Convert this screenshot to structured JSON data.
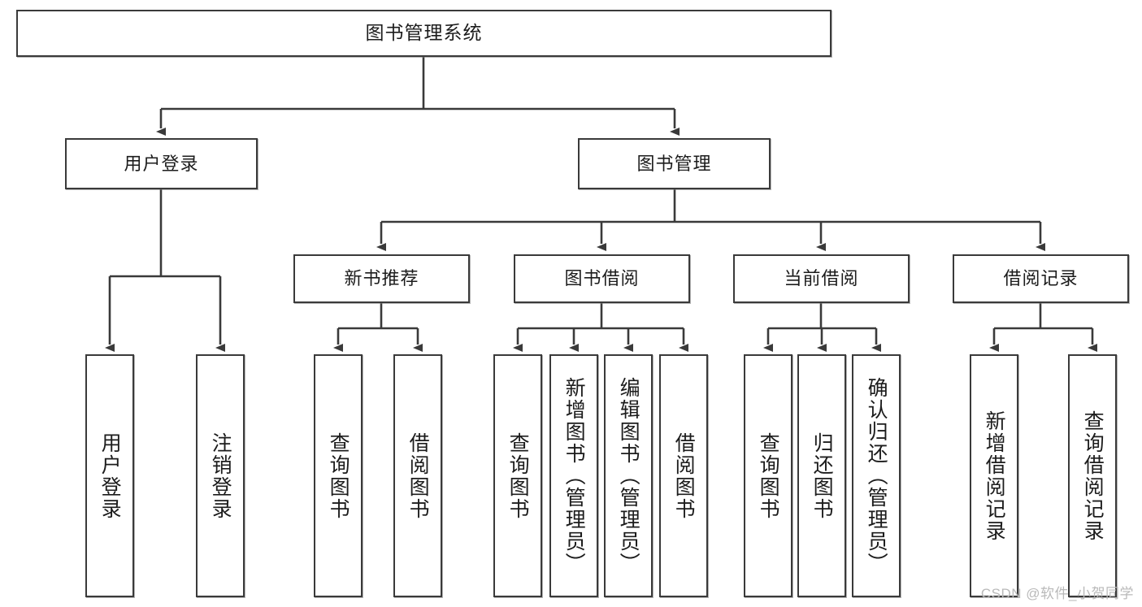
{
  "diagram": {
    "title": "图书管理系统",
    "type": "tree-hierarchy",
    "watermark": "CSDN @软件_小贺同学",
    "colors": {
      "box_border": "#3a3a3a",
      "box_fill": "#ffffff",
      "edge": "#3a3a3a",
      "text": "#1c1c1c",
      "watermark": "#b9b9b9"
    },
    "nodes": {
      "root": {
        "label": "图书管理系统"
      },
      "level2": [
        {
          "label": "用户登录"
        },
        {
          "label": "图书管理"
        }
      ],
      "level3": [
        {
          "label": "新书推荐"
        },
        {
          "label": "图书借阅"
        },
        {
          "label": "当前借阅"
        },
        {
          "label": "借阅记录"
        }
      ],
      "leaves": {
        "user_login": [
          {
            "label": "用户登录"
          },
          {
            "label": "注销登录"
          }
        ],
        "new_book_recommend": [
          {
            "label": "查询图书"
          },
          {
            "label": "借阅图书"
          }
        ],
        "book_borrow": [
          {
            "label": "查询图书"
          },
          {
            "label": "新增图书（管理员）"
          },
          {
            "label": "编辑图书（管理员）"
          },
          {
            "label": "借阅图书"
          }
        ],
        "current_borrow": [
          {
            "label": "查询图书"
          },
          {
            "label": "归还图书"
          },
          {
            "label": "确认归还（管理员）"
          }
        ],
        "borrow_record": [
          {
            "label": "新增借阅记录"
          },
          {
            "label": "查询借阅记录"
          }
        ]
      }
    }
  }
}
